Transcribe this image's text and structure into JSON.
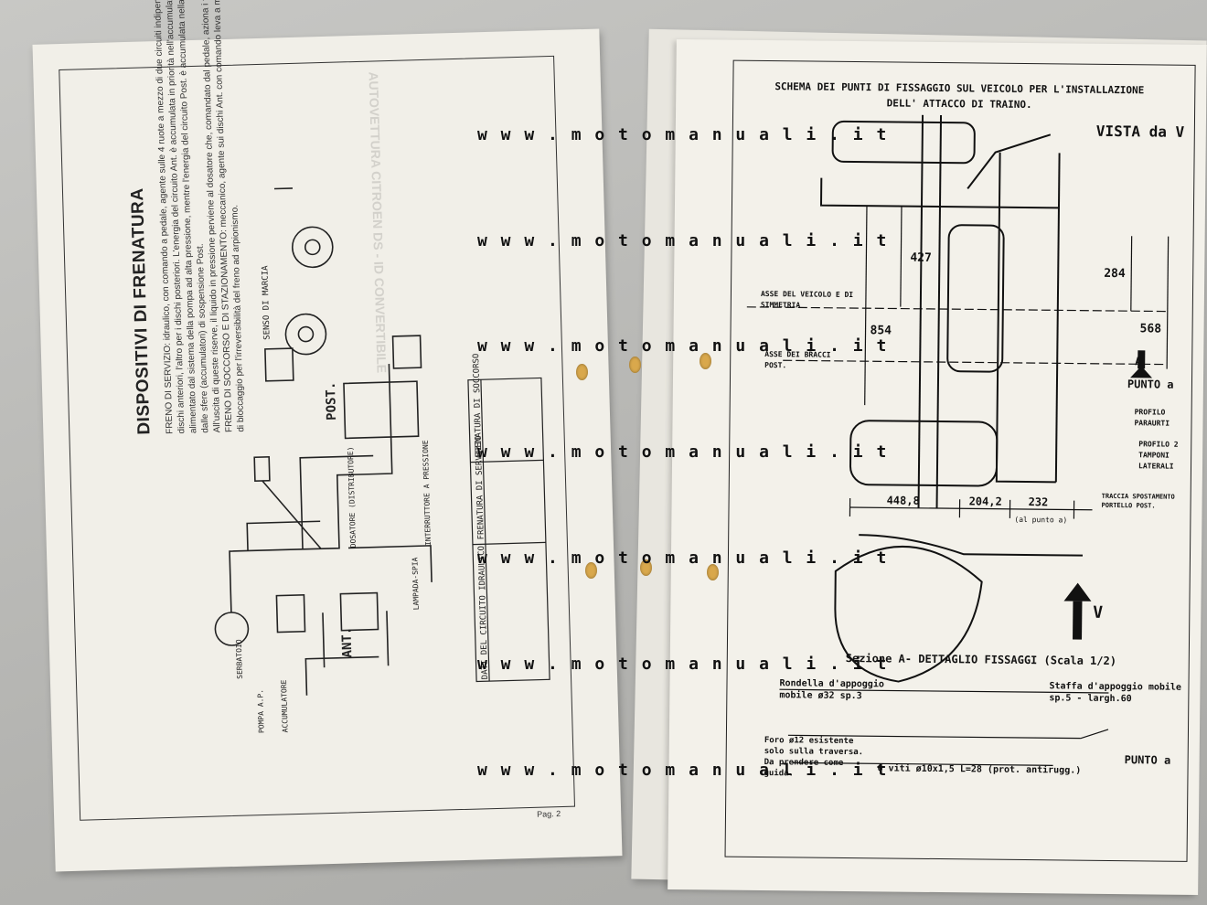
{
  "left_page": {
    "title": "DISPOSITIVI DI FRENATURA",
    "faded_header": "AUTOVETTURA CITROEN  DS - ID CONVERTIBILE",
    "body_service": "FRENO DI SERVIZIO: idraulico, con comando a pedale, agente sulle 4 ruote a mezzo di due circuiti indipendenti, uno per i dischi anteriori, l'altro per i dischi posteriori. L'energia del circuito Ant. è accumulata in priorità nell'accumulatore principale, alimentato dal sistema della pompa ad alta pressione, mentre l'energia del circuito Post. è accumulata nella riserva costituita dalle sfere (accumulatori) di sospensione Post.",
    "body_reserve": "All'uscita di queste riserve, il liquido in pressione perviene al dosatore che, comandato dal pedale, aziona i freni Ant. e Post.",
    "body_parking": "FRENO DI SOCCORSO E DI STAZIONAMENTO: meccanico, agente sui dischi Ant. con comando leva a mano e dispositivo di bloccaggio per l'irreversibilità del freno ad arpionismo.",
    "page_number": "Pag. 2",
    "diagram_labels": [
      "POST.",
      "ANT.",
      "SENSO DI MARCIA",
      "SERBATOIO",
      "POMPA A.P.",
      "ACCUMULATORE",
      "DOSATORE (DISTRIBUTORE)",
      "INTERRUTTORE A PRESSIONE",
      "LAMPADA-SPIA"
    ],
    "table_1_title": "DATI DEL CIRCUITO IDRAULICO",
    "table_2_title": "FRENATURA DI SERVIZIO",
    "table_3_title": "FRENATURA DI SOCCORSO"
  },
  "right_page": {
    "title_line1": "SCHEMA DEI PUNTI DI FISSAGGIO SUL VEICOLO PER L'INSTALLAZIONE",
    "title_line2": "DELL' ATTACCO DI TRAINO.",
    "view_label": "VISTA da V",
    "dims": [
      "427",
      "854",
      "284",
      "568",
      "448,8",
      "204,2",
      "232"
    ],
    "dim_note": "(al punto a)",
    "labels": {
      "axis": "ASSE DEL VEICOLO E DI SIMMETRIA",
      "arms": "ASSE DEI BRACCI POST.",
      "point_a": "PUNTO a",
      "a_marker": "A",
      "profile_bumper": "PROFILO PARAURTI",
      "profile_2": "PROFILO 2 TAMPONI LATERALI",
      "trace": "TRACCIA SPOSTAMENTO PORTELLO POST.",
      "v_marker": "V",
      "section": "Sezione A- DETTAGLIO FISSAGGI (Scala 1/2)",
      "washer": "Rondella d'appoggio mobile ø32 sp.3",
      "bracket": "Staffa d'appoggio mobile sp.5 - largh.60",
      "hole": "Foro ø12 esistente solo sulla traversa. Da prendere come guida.",
      "screws": "6 viti ø10x1,5 L=28 (prot. antirugg.)",
      "point_a_2": "PUNTO a"
    }
  },
  "watermark": "w w w . m o t o m a n u a l i . i t",
  "colors": {
    "paper": "#f1efe8",
    "ink": "#111111",
    "hole": "#d9a84c",
    "background": "#b9b9b6"
  }
}
